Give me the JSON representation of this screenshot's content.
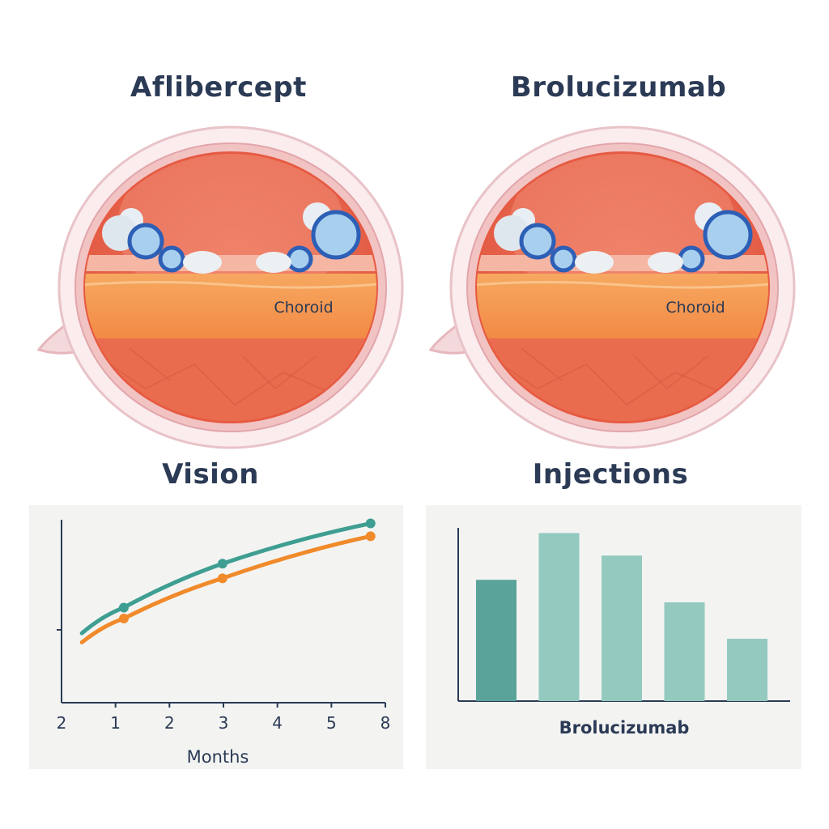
{
  "titles": {
    "left_eye": "Aflibercept",
    "right_eye": "Brolucizumab",
    "vision": "Vision",
    "injections": "Injections"
  },
  "eye_labels": {
    "choroid_left": "Choroid",
    "choroid_right": "Choroid"
  },
  "colors": {
    "title_text": "#2b3a55",
    "teal_line": "#3f9e92",
    "orange_line": "#f08a2b",
    "bar_dark": "#5aa39a",
    "bar_light": "#93c9bf"
  },
  "chart_data": [
    {
      "type": "line",
      "title": "Vision",
      "xlabel": "Months",
      "ylabel": "",
      "x_ticks": [
        "2",
        "1",
        "2",
        "3",
        "4",
        "5",
        "8"
      ],
      "xlim": [
        0,
        6.3
      ],
      "ylim": [
        0,
        10
      ],
      "grid": false,
      "series": [
        {
          "color": "#3f9e92",
          "x": [
            0.15,
            1.0,
            3.0,
            6.0
          ],
          "y": [
            3.8,
            5.2,
            7.6,
            9.8
          ],
          "markers_at": [
            1,
            2,
            3
          ]
        },
        {
          "color": "#f08a2b",
          "x": [
            0.15,
            1.0,
            3.0,
            6.0
          ],
          "y": [
            3.3,
            4.6,
            6.8,
            9.1
          ],
          "markers_at": [
            1,
            2,
            3
          ]
        }
      ]
    },
    {
      "type": "bar",
      "title": "Injections",
      "xlabel": "Brolucizumab",
      "ylabel": "",
      "categories": [
        "",
        "",
        "",
        "",
        ""
      ],
      "values": [
        7.0,
        9.7,
        8.4,
        5.7,
        3.6
      ],
      "ylim": [
        0,
        10
      ],
      "grid": false,
      "bar_colors": [
        "#5aa39a",
        "#93c9bf",
        "#93c9bf",
        "#93c9bf",
        "#93c9bf"
      ]
    }
  ]
}
